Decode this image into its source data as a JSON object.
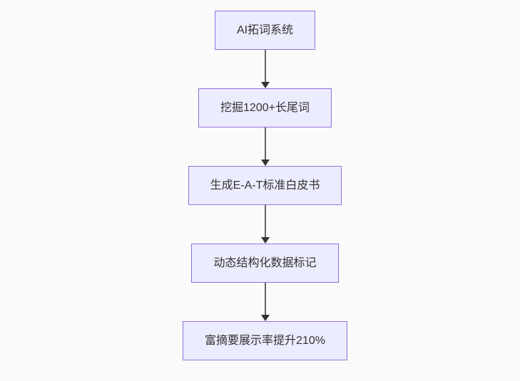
{
  "page": {
    "background_color": "#fafafa"
  },
  "flowchart": {
    "type": "flowchart-top-down",
    "style": {
      "node_fill": "#ECECFF",
      "node_border": "#9370DB",
      "text_color": "#333333",
      "edge_line_color": "#666666",
      "arrowhead_color": "#333333"
    },
    "nodes": [
      {
        "id": "n1",
        "label": "AI拓词系统"
      },
      {
        "id": "n2",
        "label": "挖掘1200+长尾词"
      },
      {
        "id": "n3",
        "label": "生成E-A-T标准白皮书"
      },
      {
        "id": "n4",
        "label": "动态结构化数据标记"
      },
      {
        "id": "n5",
        "label": "富摘要展示率提升210%"
      }
    ],
    "edges": [
      {
        "from": "n1",
        "to": "n2"
      },
      {
        "from": "n2",
        "to": "n3"
      },
      {
        "from": "n3",
        "to": "n4"
      },
      {
        "from": "n4",
        "to": "n5"
      }
    ]
  }
}
